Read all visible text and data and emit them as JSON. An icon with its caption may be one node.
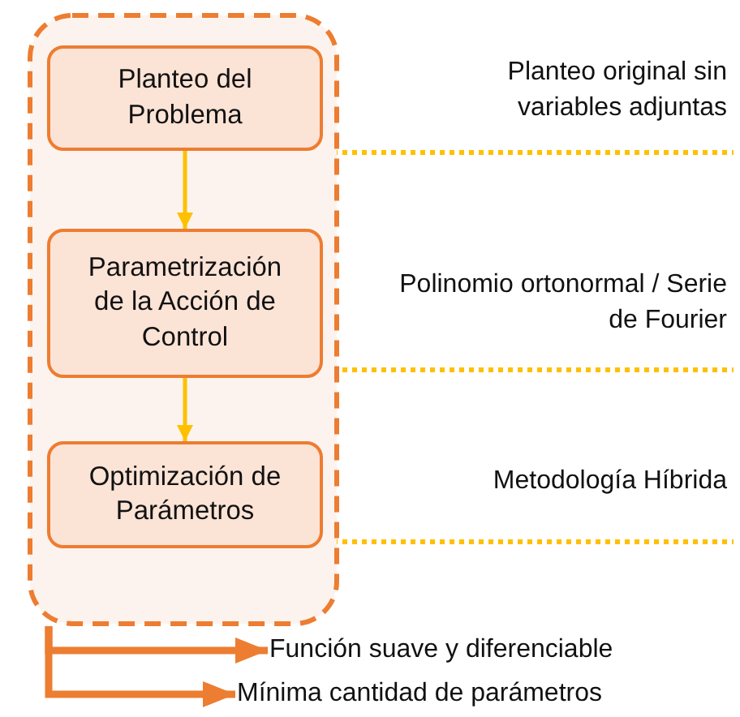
{
  "diagram": {
    "nodes": [
      {
        "text": [],
        "shape": "box"
      },
      {
        "text": [
          "Planteo del Problema"
        ],
        "in": 0
      },
      {
        "text": [
          "Parametrización de la Acción de Control"
        ],
        "in": 0
      },
      {
        "text": [
          "Optimización de Parámetros"
        ],
        "in": 0
      },
      {
        "text": [
          "Función suave y diferenciable"
        ]
      },
      {
        "text": [
          "Mínima cantidad de parámetros"
        ]
      }
    ],
    "edges": [
      {
        "from": 1,
        "to": 2,
        "arrow": "to",
        "color": "#ffc000"
      },
      {
        "from": 2,
        "to": 3,
        "arrow": "to",
        "color": "#ffc000"
      },
      {
        "from": 0,
        "to": 4,
        "arrow": "to",
        "style": "thick",
        "color": "#ed7d31"
      },
      {
        "from": 0,
        "to": 5,
        "arrow": "to",
        "style": "thick",
        "color": "#ed7d31"
      }
    ],
    "labels": [
      "Planteo original sin variables adjuntas",
      "Polinomio ortonormal / Serie de Fourier",
      "Metodología Híbrida"
    ]
  }
}
